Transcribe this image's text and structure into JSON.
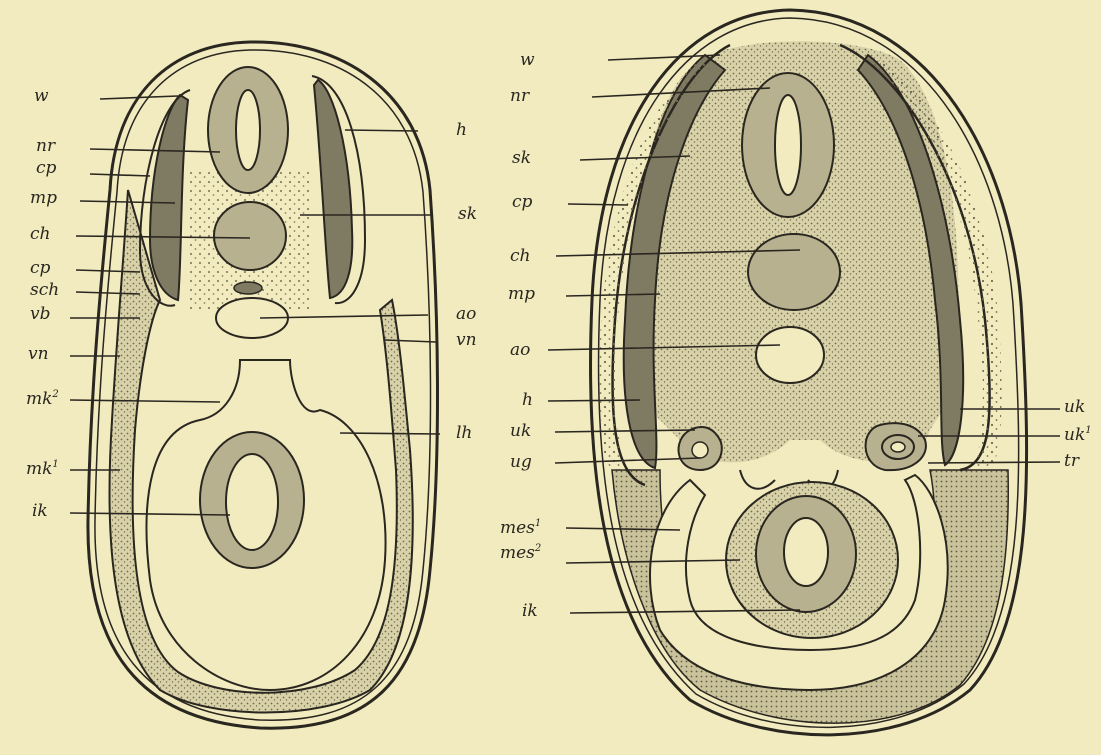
{
  "colors": {
    "paper": "#f1ebbf",
    "ink": "#2a2620",
    "dark_fill": "#7f7b62",
    "mid_fill": "#b7b18f",
    "light_fill": "#d9d2a8",
    "dots": "#6f6a50"
  },
  "left_section": {
    "labels_left": [
      {
        "id": "w",
        "text": "w"
      },
      {
        "id": "nr",
        "text": "nr"
      },
      {
        "id": "cp_a",
        "text": "cp"
      },
      {
        "id": "mp",
        "text": "mp"
      },
      {
        "id": "ch",
        "text": "ch"
      },
      {
        "id": "cp_b",
        "text": "cp"
      },
      {
        "id": "sch",
        "text": "sch"
      },
      {
        "id": "vb",
        "text": "vb"
      },
      {
        "id": "vn",
        "text": "vn"
      },
      {
        "id": "mk2",
        "text": "mk",
        "sup": "2"
      },
      {
        "id": "mk1",
        "text": "mk",
        "sup": "1"
      },
      {
        "id": "ik",
        "text": "ik"
      }
    ],
    "labels_right": [
      {
        "id": "h",
        "text": "h"
      },
      {
        "id": "sk",
        "text": "sk"
      },
      {
        "id": "ao",
        "text": "ao"
      },
      {
        "id": "vn",
        "text": "vn"
      },
      {
        "id": "lh",
        "text": "lh"
      }
    ]
  },
  "right_section": {
    "labels_left": [
      {
        "id": "w",
        "text": "w"
      },
      {
        "id": "nr",
        "text": "nr"
      },
      {
        "id": "sk",
        "text": "sk"
      },
      {
        "id": "cp",
        "text": "cp"
      },
      {
        "id": "ch",
        "text": "ch"
      },
      {
        "id": "mp",
        "text": "mp"
      },
      {
        "id": "ao",
        "text": "ao"
      },
      {
        "id": "h",
        "text": "h"
      },
      {
        "id": "uk",
        "text": "uk"
      },
      {
        "id": "ug",
        "text": "ug"
      },
      {
        "id": "mes1",
        "text": "mes",
        "sup": "1"
      },
      {
        "id": "mes2",
        "text": "mes",
        "sup": "2"
      },
      {
        "id": "ik",
        "text": "ik"
      }
    ],
    "labels_right": [
      {
        "id": "uk",
        "text": "uk"
      },
      {
        "id": "uk1",
        "text": "uk",
        "sup": "1"
      },
      {
        "id": "tr",
        "text": "tr"
      }
    ]
  }
}
